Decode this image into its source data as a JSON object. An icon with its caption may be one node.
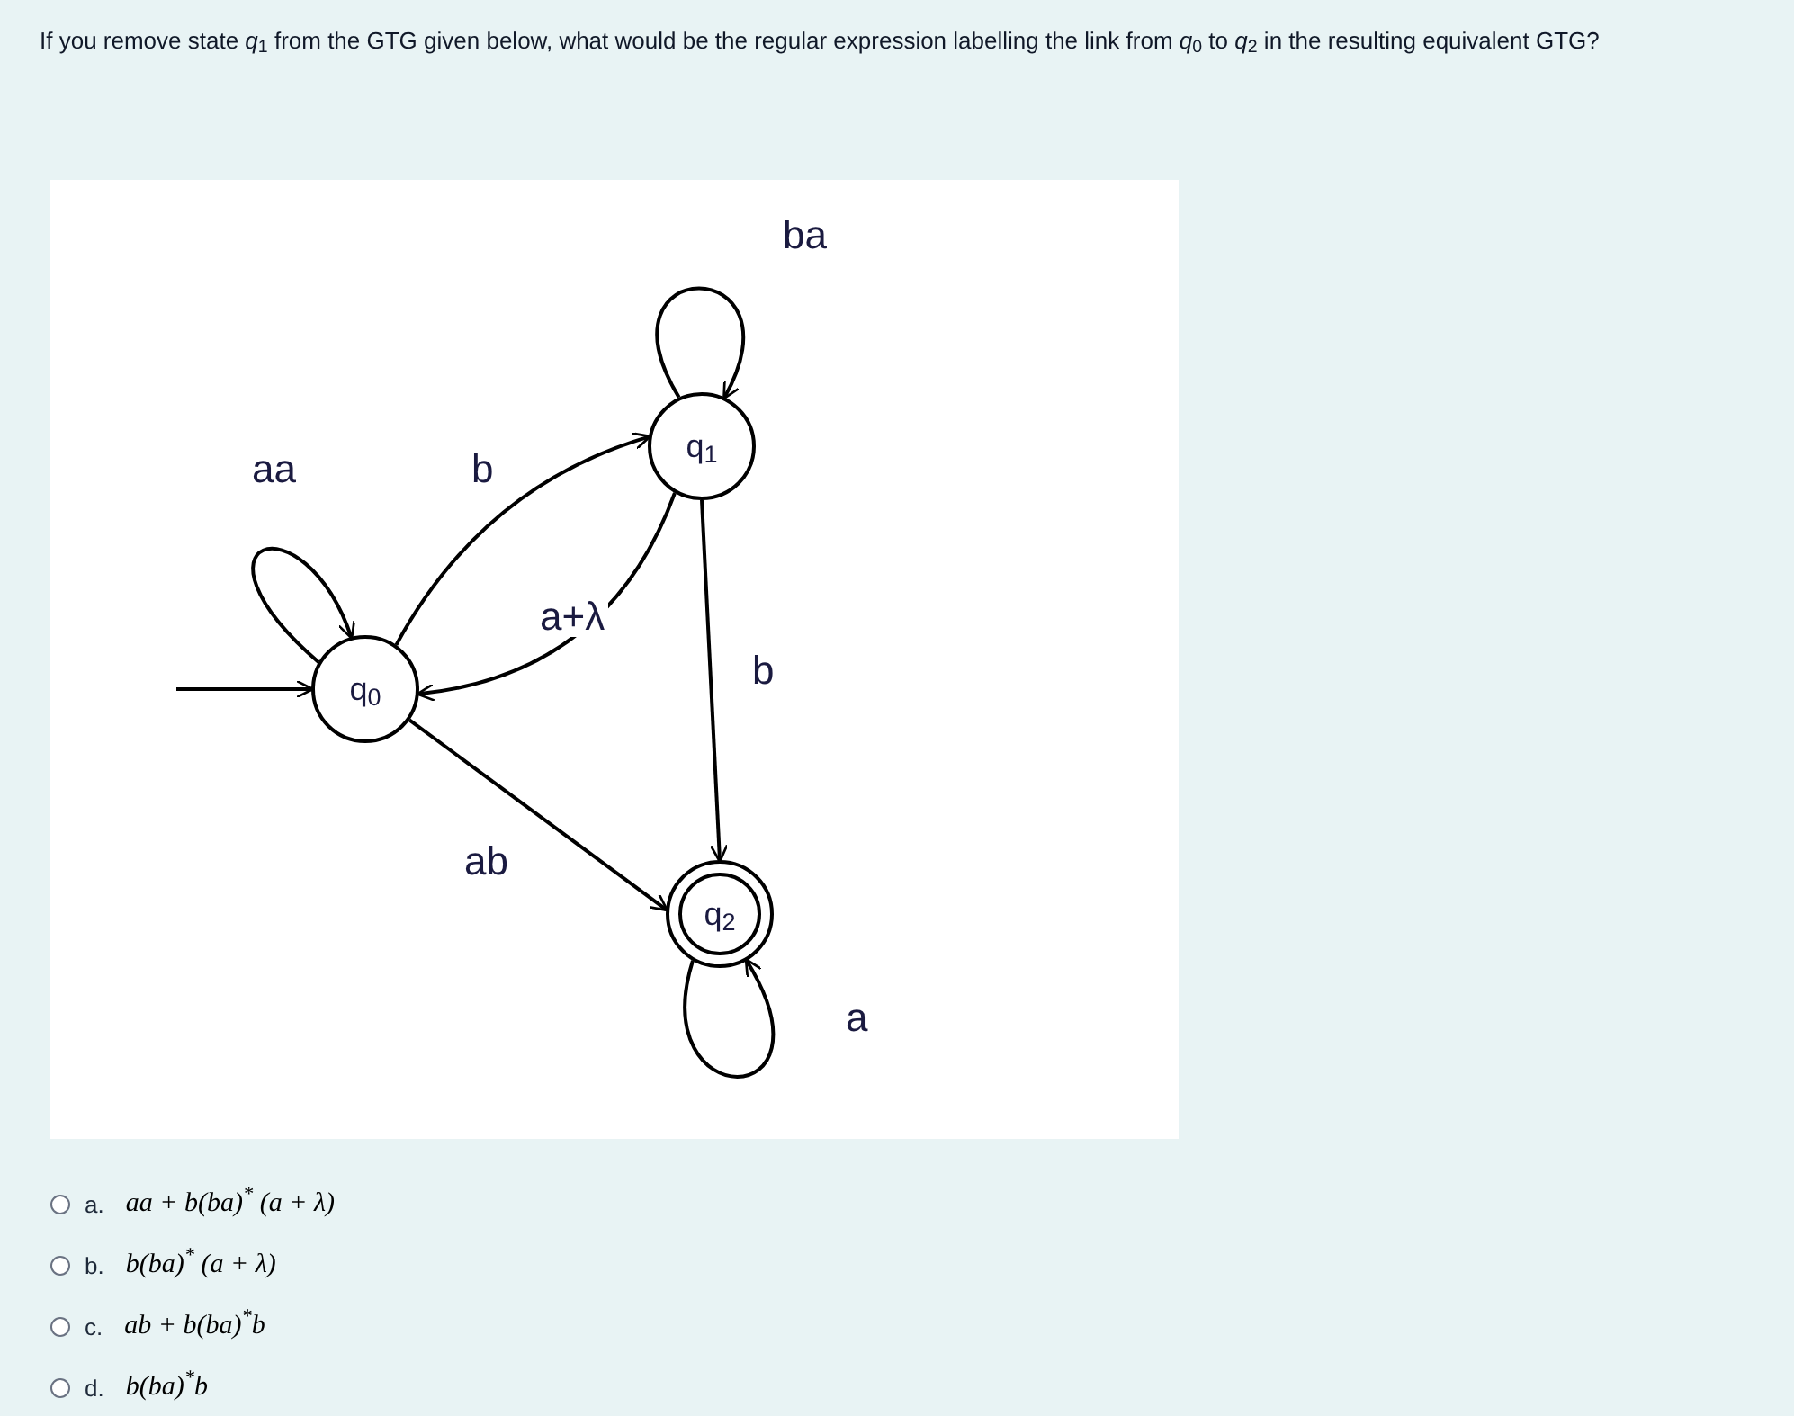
{
  "diagram": {
    "title": "If you remove state *q*$_{1}$ from the GTG given below, what would be the regular expression labelling the link from *q*$_{0}$ to *q*$_{2}$ in the resulting equivalent GTG?",
    "nodes": [
      {
        "text": [
          "q$_{0}$"
        ]
      },
      {
        "text": [
          "q$_{1}$"
        ]
      },
      {
        "text": [
          "q$_{2}$"
        ]
      }
    ],
    "edges": [
      {
        "from": null,
        "to": 0,
        "arrow": "to"
      },
      {
        "from": 0,
        "to": 0,
        "label": "aa",
        "arrow": "to"
      },
      {
        "from": 0,
        "to": 1,
        "label": "b",
        "arrow": "to"
      },
      {
        "from": 1,
        "to": 0,
        "label": "a+λ",
        "arrow": "to"
      },
      {
        "from": 1,
        "to": 2,
        "label": "b",
        "arrow": "to"
      },
      {
        "from": 0,
        "to": 2,
        "label": "ab",
        "arrow": "to"
      },
      {
        "from": 1,
        "to": 1,
        "label": "ba",
        "arrow": "to"
      },
      {
        "from": 2,
        "to": 2,
        "label": "a",
        "arrow": "to"
      }
    ],
    "labels": [
      "a.",
      "aa + b(ba)$^{*}$ (a + λ)",
      "b.",
      "b(ba)$^{*}$ (a + λ)",
      "c.",
      "ab + b(ba)$^{*}$b",
      "d.",
      "b(ba)$^{*}$b"
    ]
  }
}
